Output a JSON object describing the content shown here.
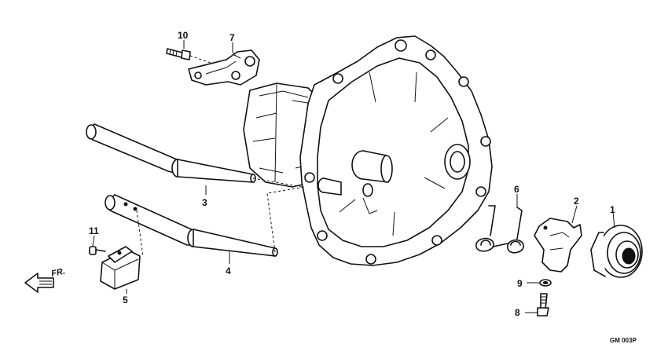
{
  "diagram": {
    "code": "GM 003P",
    "direction_label": "FR.",
    "callouts": [
      {
        "id": "c1",
        "label": "1"
      },
      {
        "id": "c2",
        "label": "2"
      },
      {
        "id": "c3",
        "label": "3"
      },
      {
        "id": "c4",
        "label": "4"
      },
      {
        "id": "c5",
        "label": "5"
      },
      {
        "id": "c6",
        "label": "6"
      },
      {
        "id": "c7",
        "label": "7"
      },
      {
        "id": "c8",
        "label": "8"
      },
      {
        "id": "c9",
        "label": "9"
      },
      {
        "id": "c10",
        "label": "10"
      },
      {
        "id": "c11",
        "label": "11"
      }
    ]
  }
}
